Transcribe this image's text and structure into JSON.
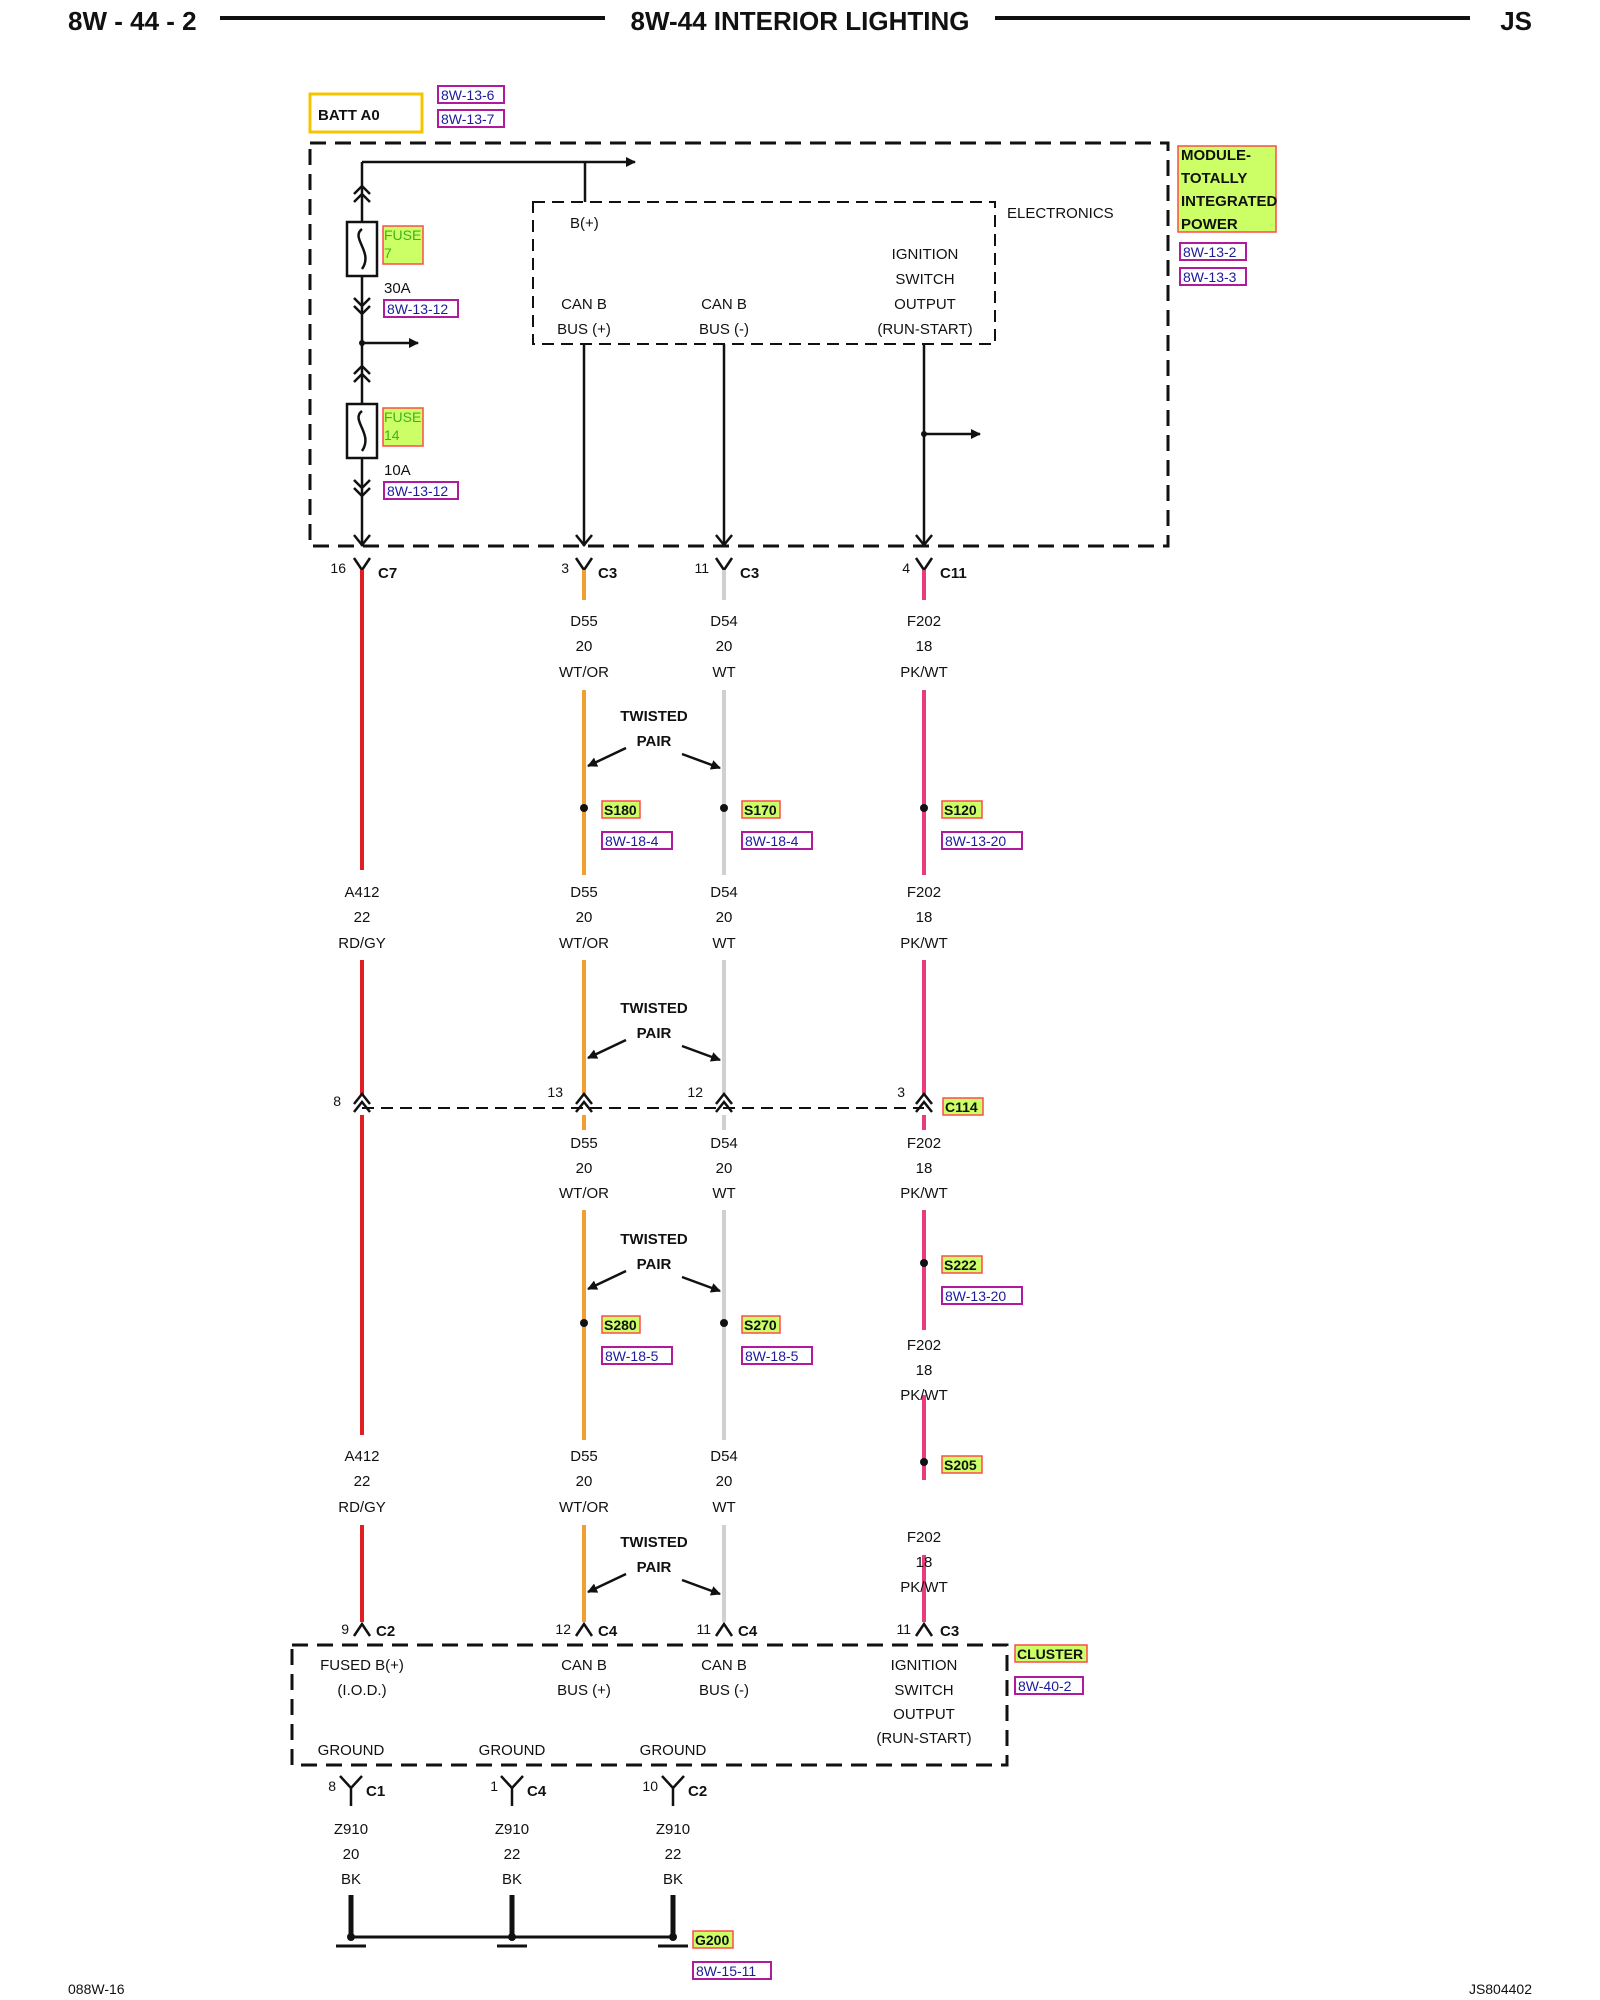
{
  "header": {
    "page_id": "8W - 44 - 2",
    "title": "8W-44 INTERIOR LIGHTING",
    "model": "JS"
  },
  "footer": {
    "left_code": "088W-16",
    "right_code": "JS804402"
  },
  "colors": {
    "rd_gy": "#e02020",
    "wt_or": "#f0a030",
    "wt": "#d0d0d0",
    "pk_wt": "#e83c7e",
    "highlight": "#ccff66",
    "ref_border": "#b01a9e",
    "batt_border": "#f5c400"
  },
  "batt": {
    "label": "BATT A0",
    "refs": [
      "8W-13-6",
      "8W-13-7"
    ]
  },
  "tipm": {
    "name_lines": [
      "MODULE-",
      "TOTALLY",
      "INTEGRATED",
      "POWER"
    ],
    "refs": [
      "8W-13-2",
      "8W-13-3"
    ],
    "electronics": "ELECTRONICS",
    "bplus": "B(+)",
    "canb_plus": [
      "CAN B",
      "BUS (+)"
    ],
    "canb_minus": [
      "CAN B",
      "BUS (-)"
    ],
    "ign": [
      "IGNITION",
      "SWITCH",
      "OUTPUT",
      "(RUN-START)"
    ],
    "fuse7": {
      "label": [
        "FUSE",
        "7"
      ],
      "rating": "30A",
      "ref": "8W-13-12"
    },
    "fuse14": {
      "label": [
        "FUSE",
        "14"
      ],
      "rating": "10A",
      "ref": "8W-13-12"
    }
  },
  "top_connectors": [
    {
      "pin": "16",
      "conn": "C7"
    },
    {
      "pin": "3",
      "conn": "C3"
    },
    {
      "pin": "11",
      "conn": "C3"
    },
    {
      "pin": "4",
      "conn": "C11"
    }
  ],
  "wires": {
    "a412": [
      "A412",
      "22",
      "RD/GY"
    ],
    "d55": [
      "D55",
      "20",
      "WT/OR"
    ],
    "d54": [
      "D54",
      "20",
      "WT"
    ],
    "f202": [
      "F202",
      "18",
      "PK/WT"
    ]
  },
  "twisted": [
    "TWISTED",
    "PAIR"
  ],
  "splices": {
    "s180": {
      "name": "S180",
      "ref": "8W-18-4"
    },
    "s170": {
      "name": "S170",
      "ref": "8W-18-4"
    },
    "s120": {
      "name": "S120",
      "ref": "8W-13-20"
    },
    "s222": {
      "name": "S222",
      "ref": "8W-13-20"
    },
    "s280": {
      "name": "S280",
      "ref": "8W-18-5"
    },
    "s270": {
      "name": "S270",
      "ref": "8W-18-5"
    },
    "s205": {
      "name": "S205"
    }
  },
  "c114": {
    "name": "C114",
    "pins": [
      "8",
      "13",
      "12",
      "3"
    ]
  },
  "bottom_connectors": [
    {
      "pin": "9",
      "conn": "C2"
    },
    {
      "pin": "12",
      "conn": "C4"
    },
    {
      "pin": "11",
      "conn": "C4"
    },
    {
      "pin": "11",
      "conn": "C3"
    }
  ],
  "cluster": {
    "name": "CLUSTER",
    "ref": "8W-40-2",
    "fused": [
      "FUSED B(+)",
      "(I.O.D.)"
    ],
    "canb_plus": [
      "CAN B",
      "BUS (+)"
    ],
    "canb_minus": [
      "CAN B",
      "BUS (-)"
    ],
    "ign": [
      "IGNITION",
      "SWITCH",
      "OUTPUT",
      "(RUN-START)"
    ],
    "ground": "GROUND"
  },
  "ground_connectors": [
    {
      "pin": "8",
      "conn": "C1",
      "wire": [
        "Z910",
        "20",
        "BK"
      ]
    },
    {
      "pin": "1",
      "conn": "C4",
      "wire": [
        "Z910",
        "22",
        "BK"
      ]
    },
    {
      "pin": "10",
      "conn": "C2",
      "wire": [
        "Z910",
        "22",
        "BK"
      ]
    }
  ],
  "g200": {
    "name": "G200",
    "ref": "8W-15-11"
  }
}
